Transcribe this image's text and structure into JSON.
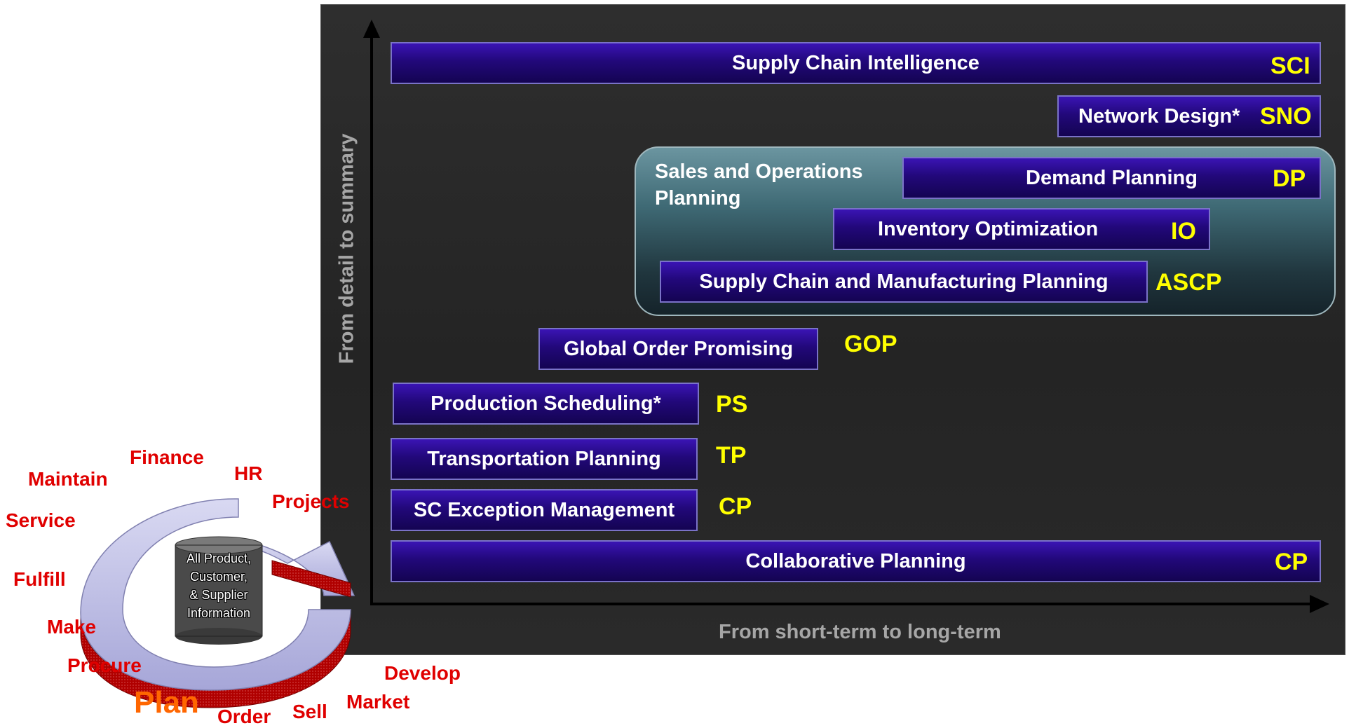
{
  "axes": {
    "y_label": "From detail to summary",
    "x_label": "From short-term to long-term"
  },
  "sop_group": {
    "label_line1": "Sales and Operations",
    "label_line2": "Planning"
  },
  "bars": [
    {
      "label": "Supply Chain Intelligence",
      "code": "SCI"
    },
    {
      "label": "Network Design*",
      "code": "SNO"
    },
    {
      "label": "Demand Planning",
      "code": "DP"
    },
    {
      "label": "Inventory Optimization",
      "code": "IO"
    },
    {
      "label": "Supply Chain and Manufacturing Planning",
      "code": "ASCP"
    },
    {
      "label": "Global Order Promising",
      "code": "GOP"
    },
    {
      "label": "Production Scheduling*",
      "code": "PS"
    },
    {
      "label": "Transportation Planning",
      "code": "TP"
    },
    {
      "label": "SC Exception Management",
      "code": "CP"
    },
    {
      "label": "Collaborative Planning",
      "code": "CP"
    }
  ],
  "cycle": {
    "center_lines": [
      "All Product,",
      "Customer,",
      "& Supplier",
      "Information"
    ],
    "words": {
      "finance": "Finance",
      "hr": "HR",
      "maintain": "Maintain",
      "projects": "Projects",
      "service": "Service",
      "fulfill": "Fulfill",
      "make": "Make",
      "procure": "Procure",
      "plan": "Plan",
      "order": "Order",
      "sell": "Sell",
      "market": "Market",
      "develop": "Develop"
    }
  },
  "colors": {
    "bar_fill": "#22087a",
    "code_yellow": "#ffff00",
    "cycle_red": "#e00000",
    "plan_orange": "#ff6600",
    "axis_label_gray": "#a6a6a6"
  }
}
